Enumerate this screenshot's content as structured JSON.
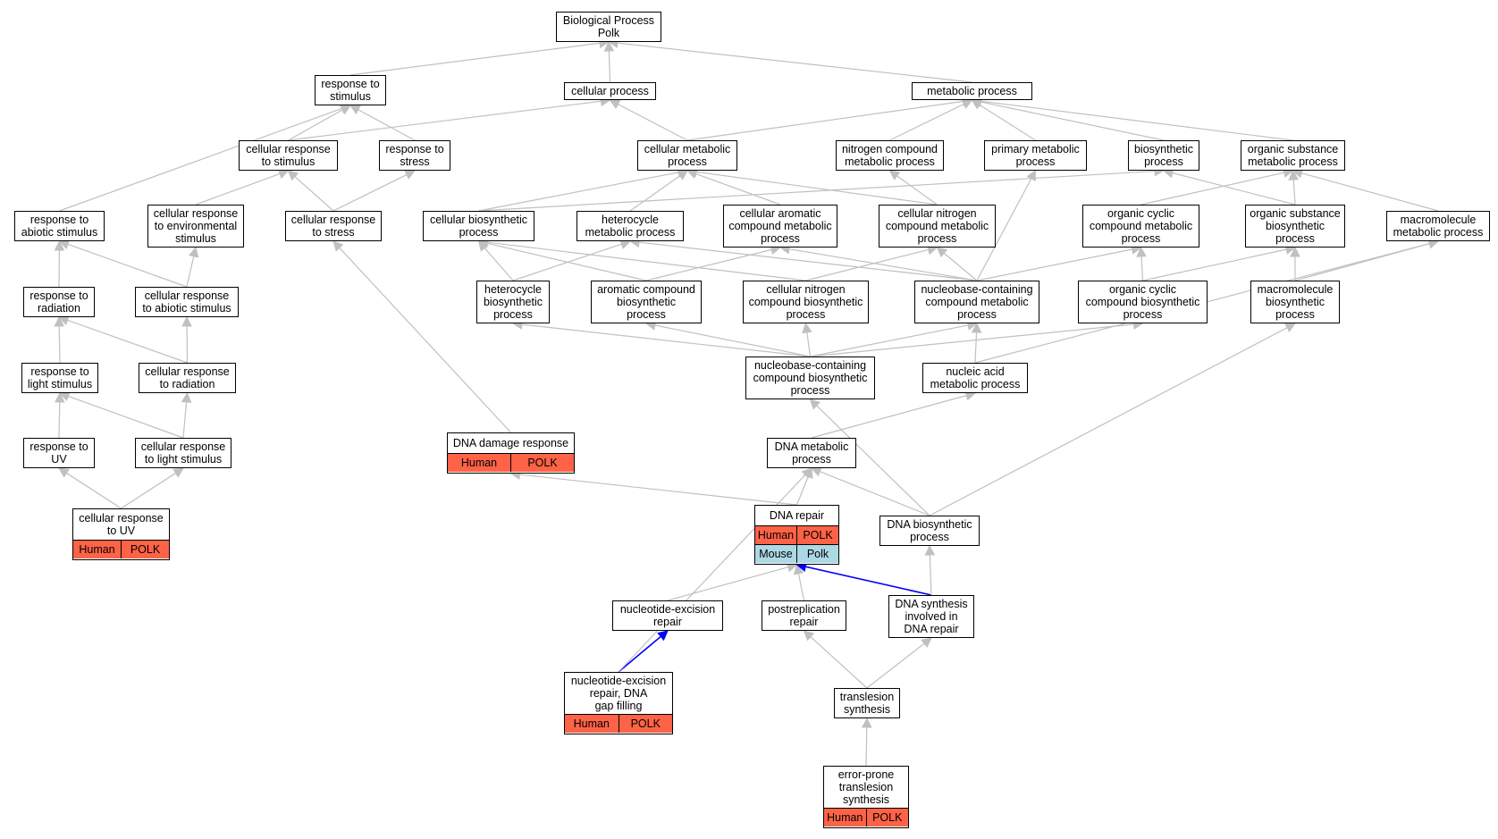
{
  "colors": {
    "edge": "#c0c0c0",
    "highlight_edge": "#0000ff",
    "human": "#ff6347",
    "mouse": "#add8e6"
  },
  "nodes": {
    "bp": {
      "label": "Biological Process\nPolk"
    },
    "rts": {
      "label": "response to\nstimulus"
    },
    "cp": {
      "label": "cellular process"
    },
    "mp": {
      "label": "metabolic process"
    },
    "crts": {
      "label": "cellular response\nto stimulus"
    },
    "rtstress": {
      "label": "response to\nstress"
    },
    "cmp": {
      "label": "cellular metabolic\nprocess"
    },
    "ncmp": {
      "label": "nitrogen compound\nmetabolic process"
    },
    "pmp": {
      "label": "primary metabolic\nprocess"
    },
    "bio": {
      "label": "biosynthetic\nprocess"
    },
    "osmp": {
      "label": "organic substance\nmetabolic process"
    },
    "ras": {
      "label": "response to\nabiotic stimulus"
    },
    "cres": {
      "label": "cellular response\nto environmental\nstimulus"
    },
    "crtstress": {
      "label": "cellular response\nto stress"
    },
    "cbp": {
      "label": "cellular biosynthetic\nprocess"
    },
    "hmp": {
      "label": "heterocycle\nmetabolic process"
    },
    "cacmp": {
      "label": "cellular aromatic\ncompound metabolic\nprocess"
    },
    "cncmp": {
      "label": "cellular nitrogen\ncompound metabolic\nprocess"
    },
    "occmp": {
      "label": "organic cyclic\ncompound metabolic\nprocess"
    },
    "osbp": {
      "label": "organic substance\nbiosynthetic\nprocess"
    },
    "macmp": {
      "label": "macromolecule\nmetabolic process"
    },
    "rtr": {
      "label": "response to\nradiation"
    },
    "crtas": {
      "label": "cellular response\nto abiotic stimulus"
    },
    "hbp": {
      "label": "heterocycle\nbiosynthetic\nprocess"
    },
    "acbp": {
      "label": "aromatic compound\nbiosynthetic\nprocess"
    },
    "cncbp": {
      "label": "cellular nitrogen\ncompound biosynthetic\nprocess"
    },
    "nbccmp": {
      "label": "nucleobase-containing\ncompound metabolic\nprocess"
    },
    "occbp": {
      "label": "organic cyclic\ncompound biosynthetic\nprocess"
    },
    "macbp": {
      "label": "macromolecule\nbiosynthetic\nprocess"
    },
    "rtls": {
      "label": "response to\nlight stimulus"
    },
    "crtr": {
      "label": "cellular response\nto radiation"
    },
    "nbccbp": {
      "label": "nucleobase-containing\ncompound biosynthetic\nprocess"
    },
    "namp": {
      "label": "nucleic acid\nmetabolic process"
    },
    "rtuv": {
      "label": "response to\nUV"
    },
    "crtls": {
      "label": "cellular response\nto light stimulus"
    },
    "ddr": {
      "label": "DNA damage response",
      "annotations": [
        {
          "species": "Human",
          "gene": "POLK"
        }
      ]
    },
    "dmp": {
      "label": "DNA metabolic\nprocess"
    },
    "crtuv": {
      "label": "cellular response\nto UV",
      "annotations": [
        {
          "species": "Human",
          "gene": "POLK"
        }
      ]
    },
    "dr": {
      "label": "DNA repair",
      "annotations": [
        {
          "species": "Human",
          "gene": "POLK"
        },
        {
          "species": "Mouse",
          "gene": "Polk"
        }
      ]
    },
    "dbp": {
      "label": "DNA biosynthetic\nprocess"
    },
    "ner": {
      "label": "nucleotide-excision\nrepair"
    },
    "prr": {
      "label": "postreplication\nrepair"
    },
    "dsidr": {
      "label": "DNA synthesis\ninvolved in\nDNA repair"
    },
    "nergf": {
      "label": "nucleotide-excision\nrepair, DNA\ngap filling",
      "annotations": [
        {
          "species": "Human",
          "gene": "POLK"
        }
      ]
    },
    "tls": {
      "label": "translesion\nsynthesis"
    },
    "eptls": {
      "label": "error-prone\ntranslesion\nsynthesis",
      "annotations": [
        {
          "species": "Human",
          "gene": "POLK"
        }
      ]
    }
  }
}
